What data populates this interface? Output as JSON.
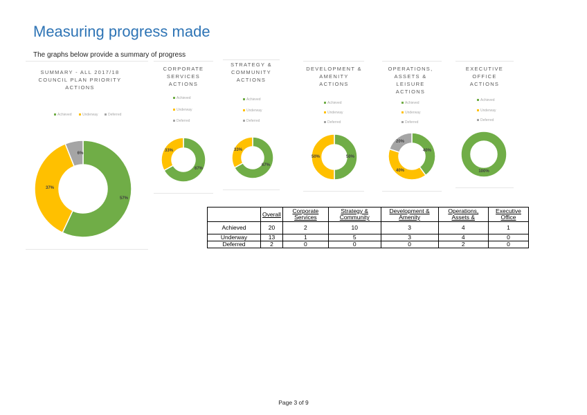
{
  "page": {
    "title": "Measuring progress made",
    "subtitle": "The graphs below provide a summary of progress",
    "footer": "Page 3 of 9"
  },
  "colors": {
    "achieved": "#70ad47",
    "underway": "#ffc000",
    "deferred": "#a5a5a5"
  },
  "chart_data": [
    {
      "type": "pie",
      "title": "SUMMARY - ALL 2017/18 COUNCIL PLAN PRIORITY ACTIONS",
      "legend": [
        "Achieved",
        "Underway",
        "Deferred"
      ],
      "slices": [
        {
          "name": "Achieved",
          "value": 57,
          "label": "57%"
        },
        {
          "name": "Underway",
          "value": 37,
          "label": "37%"
        },
        {
          "name": "Deferred",
          "value": 6,
          "label": "6%"
        }
      ]
    },
    {
      "type": "pie",
      "title": "CORPORATE SERVICES ACTIONS",
      "legend": [
        "Achieved",
        "Underway",
        "Deferred"
      ],
      "slices": [
        {
          "name": "Achieved",
          "value": 67,
          "label": "67%"
        },
        {
          "name": "Underway",
          "value": 33,
          "label": "33%"
        },
        {
          "name": "Deferred",
          "value": 0,
          "label": ""
        }
      ]
    },
    {
      "type": "pie",
      "title": "STRATEGY & COMMUNITY ACTIONS",
      "legend": [
        "Achieved",
        "Underway",
        "Deferred"
      ],
      "slices": [
        {
          "name": "Achieved",
          "value": 67,
          "label": "67%"
        },
        {
          "name": "Underway",
          "value": 33,
          "label": "33%"
        },
        {
          "name": "Deferred",
          "value": 0,
          "label": ""
        }
      ]
    },
    {
      "type": "pie",
      "title": "DEVELOPMENT & AMENITY ACTIONS",
      "legend": [
        "Achieved",
        "Underway",
        "Deferred"
      ],
      "slices": [
        {
          "name": "Achieved",
          "value": 50,
          "label": "50%"
        },
        {
          "name": "Underway",
          "value": 50,
          "label": "50%"
        },
        {
          "name": "Deferred",
          "value": 0,
          "label": ""
        }
      ]
    },
    {
      "type": "pie",
      "title": "OPERATIONS, ASSETS & LEISURE ACTIONS",
      "legend": [
        "Achieved",
        "Underway",
        "Deferred"
      ],
      "slices": [
        {
          "name": "Achieved",
          "value": 40,
          "label": "40%"
        },
        {
          "name": "Underway",
          "value": 40,
          "label": "40%"
        },
        {
          "name": "Deferred",
          "value": 20,
          "label": "20%"
        }
      ]
    },
    {
      "type": "pie",
      "title": "EXECUTIVE OFFICE ACTIONS",
      "legend": [
        "Achieved",
        "Underway",
        "Deferred"
      ],
      "slices": [
        {
          "name": "Achieved",
          "value": 100,
          "label": "100%"
        },
        {
          "name": "Underway",
          "value": 0,
          "label": ""
        },
        {
          "name": "Deferred",
          "value": 0,
          "label": ""
        }
      ]
    }
  ],
  "table": {
    "headers": [
      "",
      "Overall",
      "Corporate Services",
      "Strategy & Community",
      "Development & Amenity",
      "Operations, Assets &",
      "Executive Office"
    ],
    "rows": [
      [
        "Achieved",
        "20",
        "2",
        "10",
        "3",
        "4",
        "1"
      ],
      [
        "Underway",
        "13",
        "1",
        "5",
        "3",
        "4",
        "0"
      ],
      [
        "Deferred",
        "2",
        "0",
        "0",
        "0",
        "2",
        "0"
      ]
    ]
  }
}
